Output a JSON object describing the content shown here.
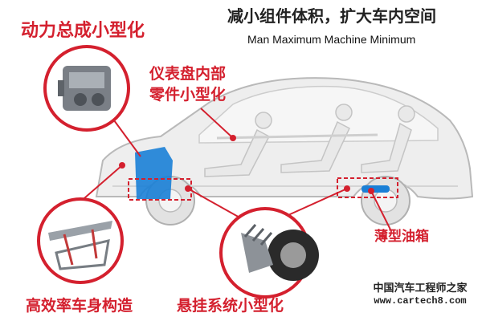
{
  "title_cn": "减小组件体积，扩大车内空间",
  "title_en": "Man Maximum Machine Minimum",
  "labels": {
    "engine": "动力总成小型化",
    "dash_line1": "仪表盘内部",
    "dash_line2": "零件小型化",
    "body": "高效率车身构造",
    "suspension": "悬挂系统小型化",
    "tank": "薄型油箱"
  },
  "watermark": {
    "cn": "中国汽车工程师之家",
    "url": "www.cartech8.com"
  },
  "colors": {
    "accent": "#d4202e",
    "highlight_blue": "#1a7fd6",
    "car_outline": "#b9b9b9"
  }
}
